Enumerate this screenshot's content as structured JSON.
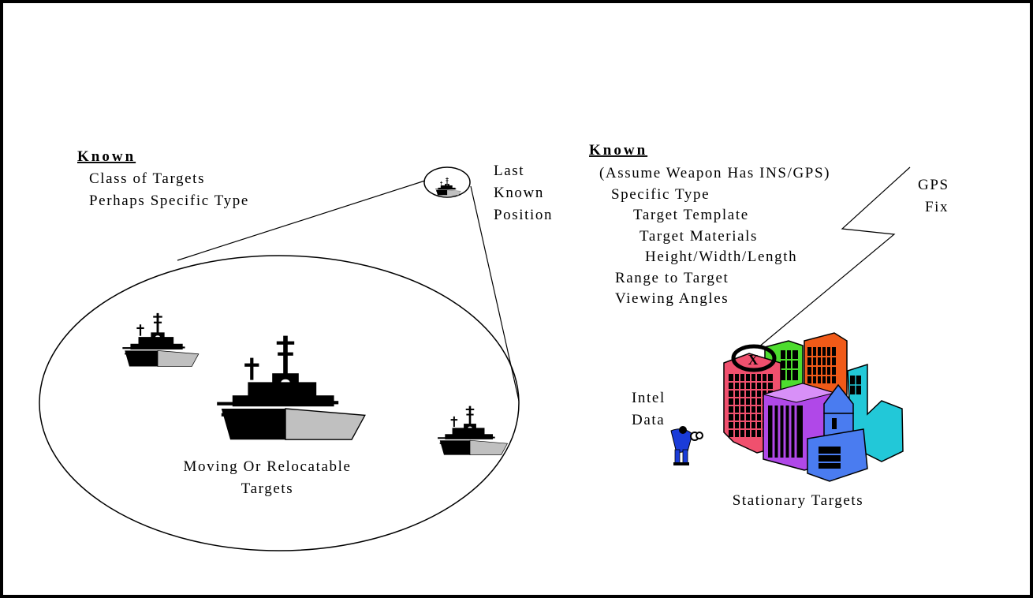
{
  "left_panel": {
    "known_heading": "Known",
    "known_items": [
      "Class of Targets",
      "Perhaps Specific Type"
    ],
    "last_known_position": [
      "Last",
      "Known",
      "Position"
    ],
    "moving_targets_label": [
      "Moving Or Relocatable",
      "Targets"
    ]
  },
  "right_panel": {
    "known_heading": "Known",
    "known_items": [
      "(Assume Weapon Has INS/GPS)",
      "Specific Type",
      "Target Template",
      "Target Materials",
      "Height/Width/Length",
      "Range to Target",
      "Viewing Angles"
    ],
    "gps_fix": [
      "GPS",
      "Fix"
    ],
    "intel_data": [
      "Intel",
      "Data"
    ],
    "target_marker": "X",
    "stationary_targets_label": "Stationary Targets"
  },
  "icons": {
    "ship": "warship-silhouette-icon",
    "buildings": "city-buildings-icon",
    "analyst": "intel-analyst-icon"
  },
  "colors": {
    "ship_hull": "#000000",
    "ship_deck": "#c0c0c0",
    "building_red": "#f0506e",
    "building_green": "#4ddc2e",
    "building_orange": "#f05a18",
    "building_cyan": "#22c8d8",
    "building_purple": "#b048e8",
    "building_blue": "#4a7cf0"
  }
}
